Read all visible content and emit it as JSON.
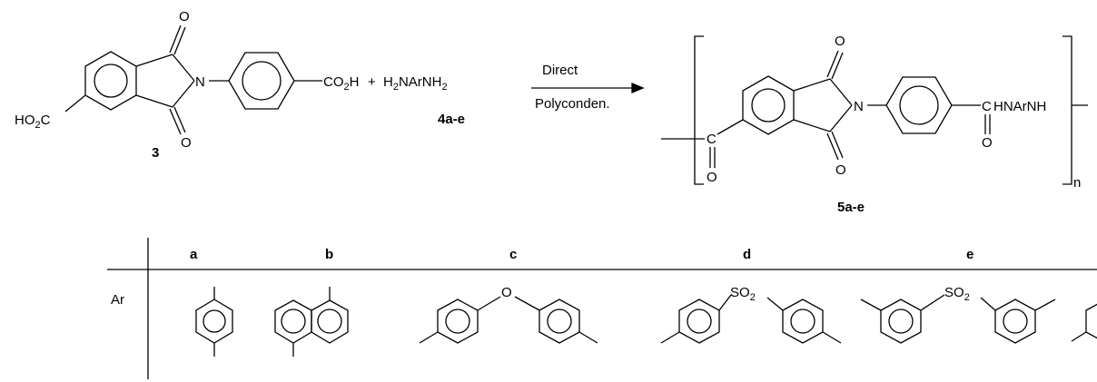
{
  "reaction": {
    "monomer_label": "3",
    "diamine_label": "4a-e",
    "polymer_label": "5a-e",
    "plus_sign": "+",
    "conditions_top": "Direct",
    "conditions_bottom": "Polyconden.",
    "subscript_n": "n",
    "atoms": {
      "carbonyl_o": "O",
      "n_atom": "N",
      "c_atom": "C",
      "ho2c_left": "HO",
      "ho2c_sub": "2",
      "ho2c_right": "C",
      "co2h_left": "CO",
      "co2h_sub": "2",
      "co2h_right": "H",
      "diamine_h2n": "H",
      "diamine_sub1": "2",
      "diamine_mid": "NArNH",
      "diamine_sub2": "2",
      "amide_chain": "HNArNH"
    }
  },
  "ar_table": {
    "row_label": "Ar",
    "columns": [
      {
        "key": "a"
      },
      {
        "key": "b"
      },
      {
        "key": "c",
        "bridge": "O"
      },
      {
        "key": "d",
        "bridge_left": "SO",
        "bridge_sub": "2"
      },
      {
        "key": "e",
        "bridge_left": "SO",
        "bridge_sub": "2"
      }
    ]
  }
}
